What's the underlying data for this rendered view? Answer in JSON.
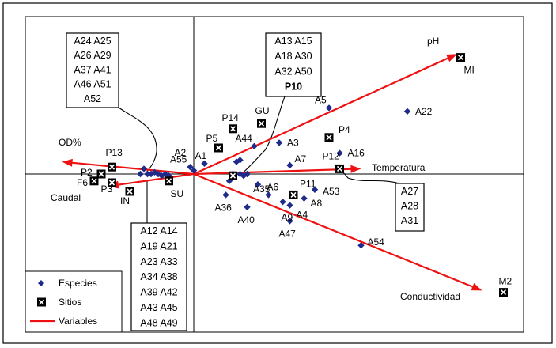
{
  "chart_data": {
    "type": "scatter",
    "title": "",
    "xlabel": "",
    "ylabel": "",
    "grid": false,
    "legend_position": "bottom-left",
    "legend": [
      {
        "key": "especies",
        "label": "Especies",
        "marker": "diamond"
      },
      {
        "key": "sitios",
        "label": "Sitios",
        "marker": "boxed-x"
      },
      {
        "key": "variables",
        "label": "Variables",
        "marker": "arrow"
      }
    ],
    "colors": {
      "especies": "#1f2b8a",
      "variables": "#ee1111",
      "frame": "#000000"
    },
    "axis_range": {
      "x": [
        -1,
        1
      ],
      "y": [
        -1,
        1
      ]
    },
    "variables": [
      {
        "name": "pH",
        "x": 0.74,
        "y": 0.69
      },
      {
        "name": "Temperatura",
        "x": 0.47,
        "y": 0.03
      },
      {
        "name": "Conductividad",
        "x": 0.81,
        "y": -0.67
      },
      {
        "name": "OD%",
        "x": -0.37,
        "y": 0.07
      },
      {
        "name": "Caudal",
        "x": -0.24,
        "y": -0.07
      }
    ],
    "especies": [
      {
        "name": "A5",
        "x": 0.38,
        "y": 0.38
      },
      {
        "name": "A22",
        "x": 0.6,
        "y": 0.36
      },
      {
        "name": "A44",
        "x": 0.17,
        "y": 0.16
      },
      {
        "name": "A3",
        "x": 0.24,
        "y": 0.18
      },
      {
        "name": "A16",
        "x": 0.41,
        "y": 0.12
      },
      {
        "name": "A7",
        "x": 0.27,
        "y": 0.05
      },
      {
        "name": "A2",
        "x": -0.01,
        "y": 0.04
      },
      {
        "name": "A1",
        "x": 0.03,
        "y": 0.06
      },
      {
        "name": "A55",
        "x": 0.0,
        "y": 0.02
      },
      {
        "name": "A35",
        "x": 0.18,
        "y": -0.06
      },
      {
        "name": "A6",
        "x": 0.21,
        "y": -0.12
      },
      {
        "name": "A36",
        "x": 0.09,
        "y": -0.12
      },
      {
        "name": "A40",
        "x": 0.15,
        "y": -0.19
      },
      {
        "name": "A9",
        "x": 0.25,
        "y": -0.16
      },
      {
        "name": "A4",
        "x": 0.27,
        "y": -0.18
      },
      {
        "name": "A8",
        "x": 0.31,
        "y": -0.14
      },
      {
        "name": "A53",
        "x": 0.34,
        "y": -0.09
      },
      {
        "name": "A47",
        "x": 0.27,
        "y": -0.27
      },
      {
        "name": "A54",
        "x": 0.47,
        "y": -0.41
      },
      {
        "name": "",
        "x": 0.12,
        "y": 0.07
      },
      {
        "name": "",
        "x": 0.13,
        "y": 0.08
      },
      {
        "name": "",
        "x": 0.13,
        "y": 0.0
      },
      {
        "name": "",
        "x": 0.14,
        "y": -0.01
      },
      {
        "name": "",
        "x": 0.15,
        "y": 0.0
      },
      {
        "name": "",
        "x": 0.11,
        "y": 0.0
      },
      {
        "name": "",
        "x": 0.1,
        "y": -0.04
      },
      {
        "name": "",
        "x": -0.14,
        "y": 0.03
      },
      {
        "name": "",
        "x": -0.13,
        "y": 0.0
      },
      {
        "name": "",
        "x": -0.12,
        "y": 0.0
      },
      {
        "name": "",
        "x": -0.11,
        "y": 0.01
      },
      {
        "name": "",
        "x": -0.1,
        "y": 0.0
      },
      {
        "name": "",
        "x": -0.09,
        "y": -0.01
      },
      {
        "name": "",
        "x": -0.08,
        "y": 0.0
      },
      {
        "name": "",
        "x": -0.07,
        "y": -0.01
      },
      {
        "name": "",
        "x": -0.15,
        "y": 0.0
      }
    ],
    "sitios": [
      {
        "name": "MI",
        "x": 0.75,
        "y": 0.67
      },
      {
        "name": "M2",
        "x": 0.87,
        "y": -0.68
      },
      {
        "name": "GU",
        "x": 0.19,
        "y": 0.29
      },
      {
        "name": "P14",
        "x": 0.11,
        "y": 0.26
      },
      {
        "name": "P5",
        "x": 0.07,
        "y": 0.15
      },
      {
        "name": "P4",
        "x": 0.38,
        "y": 0.21
      },
      {
        "name": "P12",
        "x": 0.41,
        "y": 0.03
      },
      {
        "name": "P11",
        "x": 0.28,
        "y": -0.12
      },
      {
        "name": "P13",
        "x": -0.23,
        "y": 0.04
      },
      {
        "name": "P2",
        "x": -0.26,
        "y": 0.0
      },
      {
        "name": "F6",
        "x": -0.28,
        "y": -0.04
      },
      {
        "name": "P3",
        "x": -0.23,
        "y": -0.05
      },
      {
        "name": "IN",
        "x": -0.18,
        "y": -0.1
      },
      {
        "name": "SU",
        "x": -0.07,
        "y": -0.04
      },
      {
        "name": "",
        "x": 0.11,
        "y": -0.01
      }
    ],
    "groups": [
      {
        "labels": [
          "A24 A25",
          "A26 A29",
          "A37 A41",
          "A46 A51",
          "A52"
        ]
      },
      {
        "labels": [
          "A13 A15",
          "A18 A30",
          "A32 A50",
          "P10"
        ]
      },
      {
        "labels": [
          "A27",
          "A28",
          "A31"
        ]
      },
      {
        "labels": [
          "A12 A14",
          "A19 A21",
          "A23 A33",
          "A34 A38",
          "A39 A42",
          "A43 A45",
          "A48 A49"
        ]
      }
    ]
  }
}
